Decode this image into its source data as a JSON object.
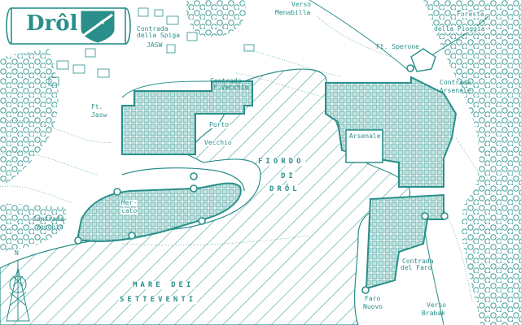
{
  "title": "Drôl",
  "colors": {
    "ink": "#2a8f8a",
    "paper": "#ffffff"
  },
  "icons": {
    "crest": "crest-icon",
    "compass": "north-arrow-icon",
    "fort": "fort-icon",
    "tower": "tower-icon"
  },
  "labels": {
    "contrada_spiga_1": "Contrada",
    "contrada_spiga_2": "della Spiga",
    "jasw_top": "JASW",
    "verso_menabilla_1": "Verso",
    "verso_menabilla_2": "Menabilla",
    "foresta_1": "Foresta",
    "foresta_2": "della Pioggia",
    "ft_sperone": "Ft. Sperone",
    "contrada_fvecchio_1": "Contrada",
    "contrada_fvecchio_2": "F.Vecchio",
    "contrada_arsenale_1": "Contrada",
    "contrada_arsenale_2": "Arsenale",
    "ft_jasw_1": "Ft.",
    "ft_jasw_2": "Jasw",
    "porto_1": "Porto",
    "porto_2": "Vecchio",
    "arsenale": "Arsenale",
    "fiordo_1": "FIORDO",
    "fiordo_2": "DI",
    "fiordo_3": "DRÔL",
    "mercato_1": "Mer-",
    "mercato_2": "cato",
    "contrada_vecchia_1": "Contrada",
    "contrada_vecchia_2": "Vecchia",
    "mare_1": "MARE DEI",
    "mare_2": "SETTEVENTI",
    "contrada_faro_1": "Contrada",
    "contrada_faro_2": "del Faro",
    "faro_nuovo_1": "Faro",
    "faro_nuovo_2": "Nuovo",
    "verso_brabak_1": "Verso",
    "verso_brabak_2": "Brabak",
    "compass_n": "N"
  }
}
